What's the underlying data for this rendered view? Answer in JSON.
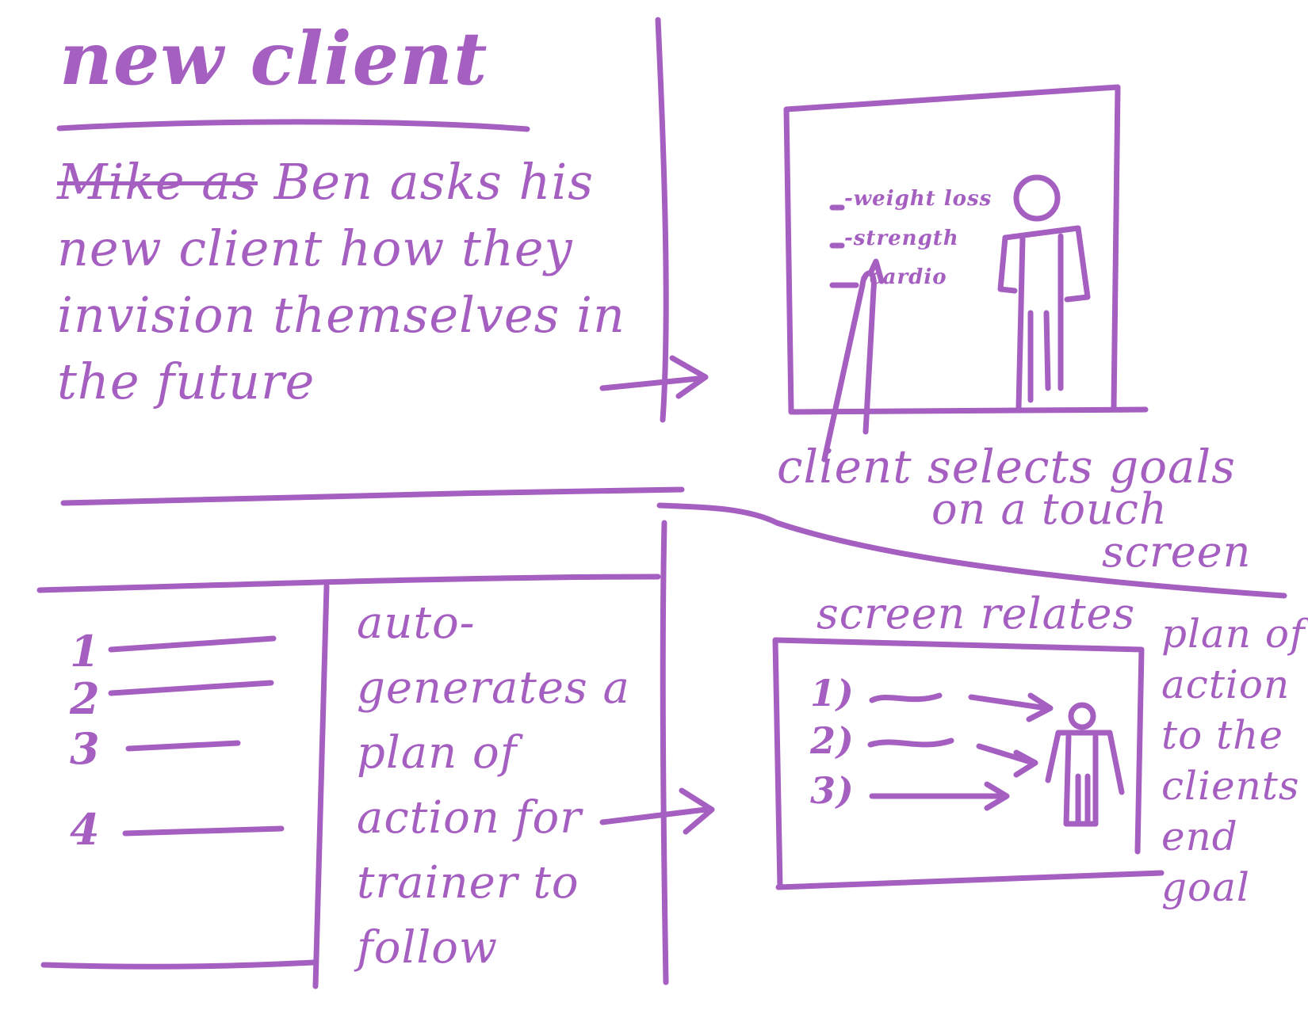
{
  "colors": {
    "ink": "#a45fc0",
    "paper": "#ffffff"
  },
  "panel1": {
    "title": "new client",
    "struck_text": "Mike as",
    "text": "Ben asks his new client how they invision themselves in the future"
  },
  "panel2": {
    "goals": [
      "-weight loss",
      "-strength",
      "-cardio"
    ],
    "caption_line1": "client selects goals",
    "caption_line2": "on a touch",
    "caption_line3": "screen"
  },
  "panel3": {
    "list_numbers": [
      "1",
      "2",
      "3",
      "4"
    ],
    "text": "auto-generates a plan of action for trainer to follow"
  },
  "panel4": {
    "caption_line1": "screen relates",
    "caption_line2": "plan of action to the clients end goal",
    "steps": [
      "1)",
      "2)",
      "3)"
    ]
  },
  "icons": [
    "arrow-right-icon",
    "stick-figure-icon",
    "hand-pointer-icon"
  ]
}
